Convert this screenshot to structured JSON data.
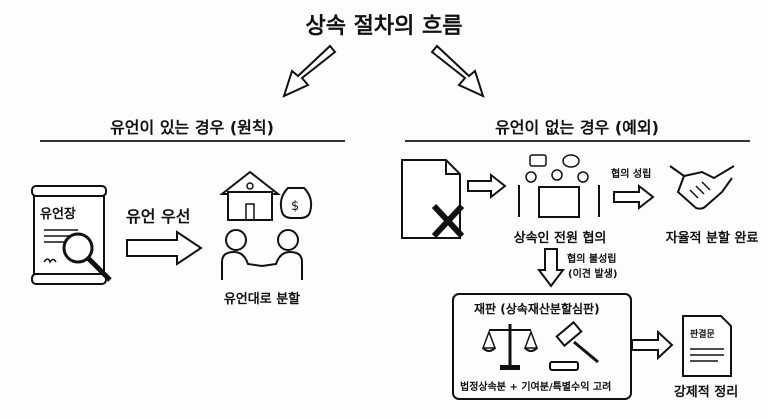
{
  "title": "상속 절차의 흐름",
  "left": {
    "heading": "유언이 있는 경우 (원칙)",
    "will_label": "유언장",
    "arrow_label": "유언 우선",
    "result": "유언대로 분할"
  },
  "right": {
    "heading": "유언이 없는 경우 (예외)",
    "meeting": "상속인 전원 협의",
    "agreement_label": "협의 성립",
    "agreement_result": "자율적 분할 완료",
    "disagreement_label_1": "협의 불성립",
    "disagreement_label_2": "(이견 발생)",
    "court_title": "재판 (상속재산분할심판)",
    "court_criteria": "법정상속분 + 기여분/특별수익 고려",
    "judgment_doc": "판결문",
    "judgment_result": "강제적 정리"
  }
}
